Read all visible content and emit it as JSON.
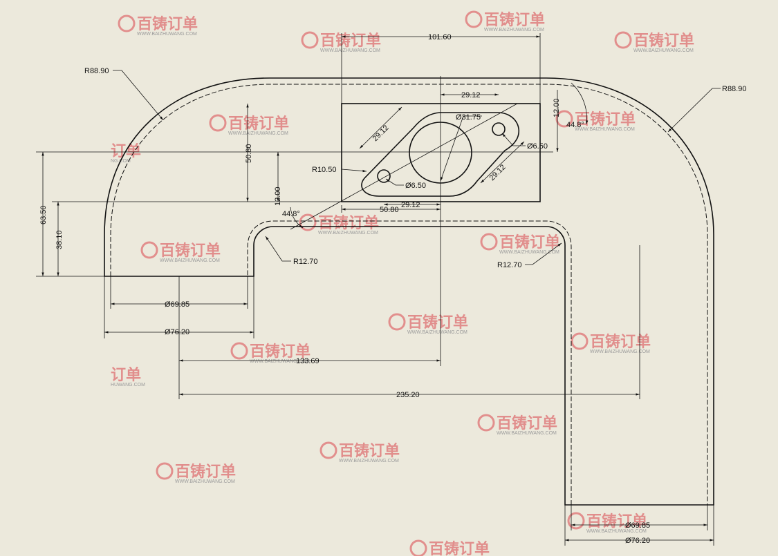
{
  "drawing": {
    "part": "bent tube with rectangular mounting flange",
    "dimensions": {
      "top_width": "101.60",
      "left_radius": "R88.90",
      "right_radius": "R88.90",
      "hole_spacing_top": "29.12",
      "hole_spacing_diag_left": "29.12",
      "hole_spacing_diag_right": "29.12",
      "hole_spacing_bottom": "29.12",
      "main_bore": "Ø31.75",
      "hole_dia_right": "Ø6.50",
      "hole_dia_left": "Ø6.50",
      "flange_corner_radius": "R10.50",
      "flange_width": "50.80",
      "flange_height": "50.80",
      "offset_upper": "12.00",
      "offset_lower": "12.00",
      "angle_upper": "44.8°",
      "angle_lower": "44.8°",
      "overall_height": "63.50",
      "leg_height": "38.10",
      "inner_bend_left": "R12.70",
      "inner_bend_right": "R12.70",
      "tube_id_left": "Ø69.85",
      "tube_od_left": "Ø76.20",
      "offset_center": "133.69",
      "overall_length": "235.20",
      "tube_id_right": "Ø69.85",
      "tube_od_right": "Ø76.20"
    }
  },
  "watermark": {
    "logo_text": "百铸订单",
    "url_text": "WWW.BAIZHUWANG.COM",
    "partial_logo_text": "订单",
    "partial_url_text": "NG.COM",
    "partial_url_text_2": "HUWANG.COM"
  },
  "colors": {
    "background": "#ece9dc",
    "line": "#111111",
    "watermark_logo": "#e07f7f",
    "watermark_url": "#9a9a9a"
  }
}
